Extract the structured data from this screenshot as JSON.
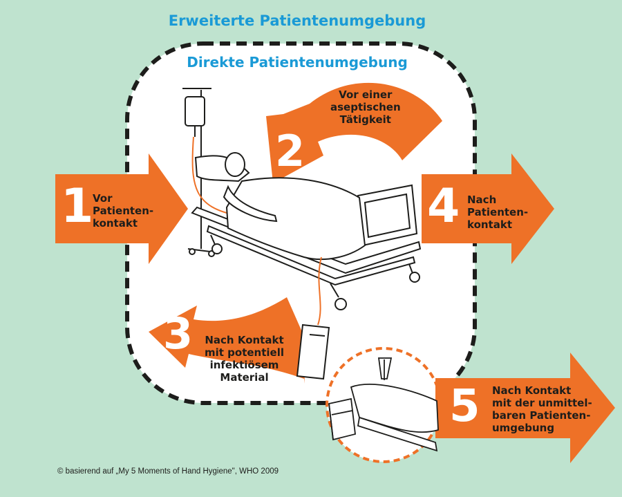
{
  "title_outer": "Erweiterte Patientenumgebung",
  "title_inner": "Direkte Patientenumgebung",
  "moments": [
    {
      "number": "1",
      "label": "Vor\nPatienten-\nkontakt"
    },
    {
      "number": "2",
      "label": "Vor einer\naseptischen\nTätigkeit"
    },
    {
      "number": "3",
      "label": "Nach Kontakt\nmit potentiell\ninfektiösem\nMaterial"
    },
    {
      "number": "4",
      "label": "Nach\nPatienten-\nkontakt"
    },
    {
      "number": "5",
      "label": "Nach Kontakt\nmit der unmittel-\nbaren Patienten-\numgebung"
    }
  ],
  "credit": "© basierend auf „My 5 Moments of Hand Hygiene\", WHO 2009",
  "colors": {
    "background": "#bfe3cf",
    "zone": "#ffffff",
    "arrow": "#ee7127",
    "title": "#1a9ad6",
    "outline": "#1d1d1b"
  }
}
